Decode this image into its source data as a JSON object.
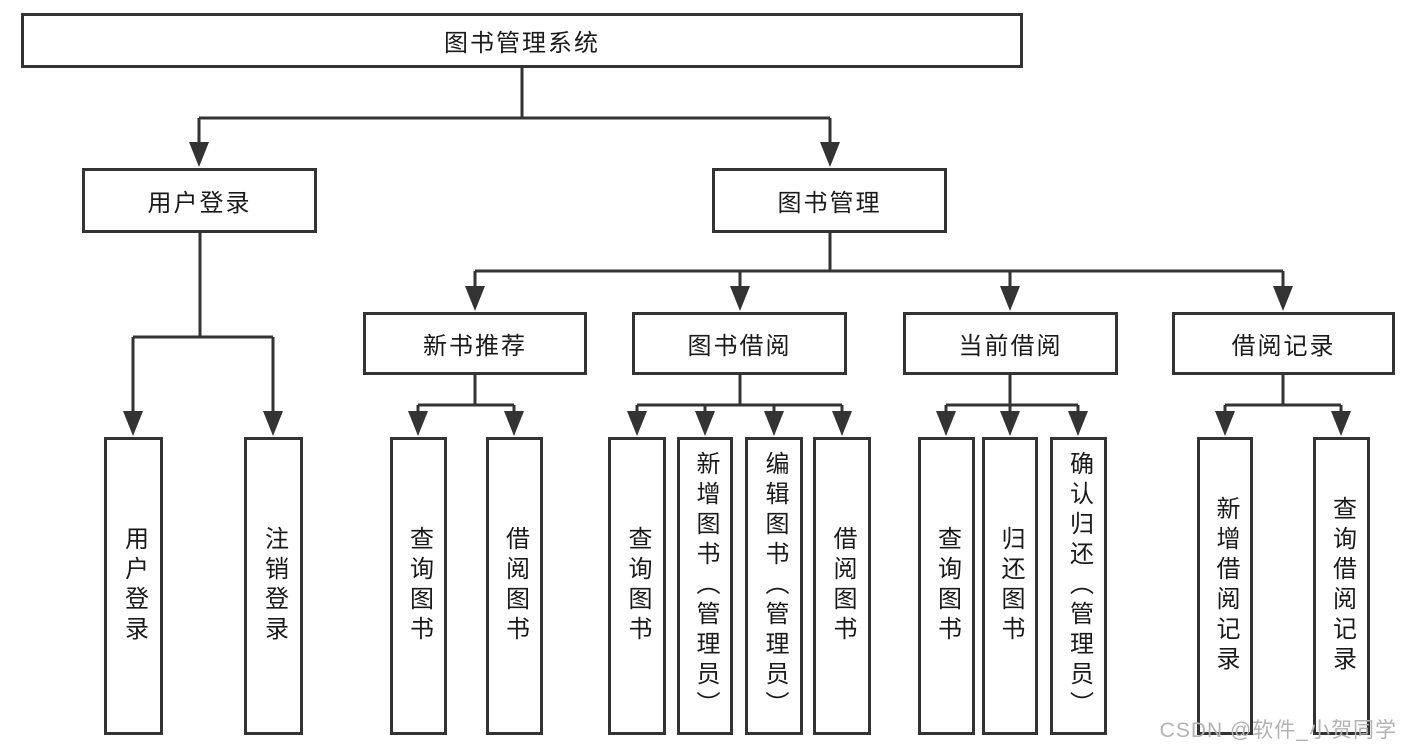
{
  "tree": {
    "root": "图书管理系统",
    "children": [
      {
        "label": "用户登录",
        "children": [
          "用户登录",
          "注销登录"
        ]
      },
      {
        "label": "图书管理",
        "children": [
          {
            "label": "新书推荐",
            "children": [
              "查询图书",
              "借阅图书"
            ]
          },
          {
            "label": "图书借阅",
            "children": [
              "查询图书",
              "新增图书（管理员）",
              "编辑图书（管理员）",
              "借阅图书"
            ]
          },
          {
            "label": "当前借阅",
            "children": [
              "查询图书",
              "归还图书",
              "确认归还（管理员）"
            ]
          },
          {
            "label": "借阅记录",
            "children": [
              "新增借阅记录",
              "查询借阅记录"
            ]
          }
        ]
      }
    ]
  },
  "watermark": {
    "text": "CSDN @软件_小贺同学"
  },
  "colors": {
    "line": "#333333",
    "text": "#1a1a1a",
    "watermark": "#b3b3b3",
    "background": "#ffffff"
  }
}
